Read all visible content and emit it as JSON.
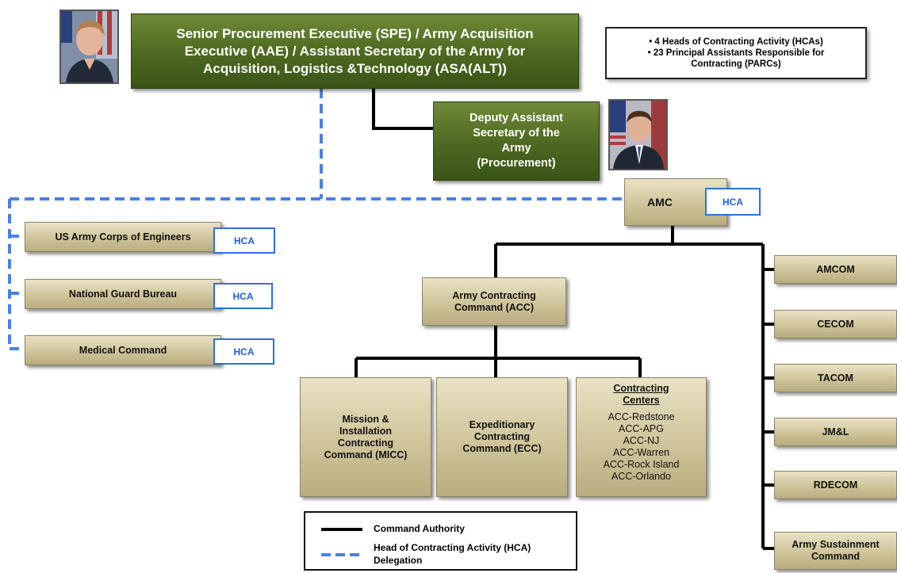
{
  "spe": {
    "lines": [
      "Senior Procurement Executive (SPE) / Army Acquisition",
      "Executive (AAE) / Assistant Secretary of the Army for",
      "Acquisition, Logistics &Technology (ASA(ALT))"
    ]
  },
  "notes": {
    "lines": [
      "• 4 Heads of Contracting Activity (HCAs)",
      "• 23 Principal Assistants Responsible for",
      "Contracting (PARCs)"
    ]
  },
  "dasa": {
    "lines": [
      "Deputy Assistant",
      "Secretary of the",
      "Army",
      "(Procurement)"
    ]
  },
  "amc": {
    "label": "AMC"
  },
  "hca_label": "HCA",
  "hca_orgs": [
    {
      "label": "US Army Corps of Engineers"
    },
    {
      "label": "National Guard Bureau"
    },
    {
      "label": "Medical Command"
    }
  ],
  "acc": {
    "lines": [
      "Army Contracting",
      "Command (ACC)"
    ]
  },
  "micc": {
    "lines": [
      "Mission &",
      "Installation",
      "Contracting",
      "Command (MICC)"
    ]
  },
  "ecc": {
    "lines": [
      "Expeditionary",
      "Contracting",
      "Command (ECC)"
    ]
  },
  "centers": {
    "title_lines": [
      "Contracting",
      "Centers"
    ],
    "items": [
      "ACC-Redstone",
      "ACC-APG",
      "ACC-NJ",
      "ACC-Warren",
      "ACC-Rock Island",
      "ACC-Orlando"
    ]
  },
  "amc_subs": [
    {
      "lines": [
        "AMCOM"
      ]
    },
    {
      "lines": [
        "CECOM"
      ]
    },
    {
      "lines": [
        "TACOM"
      ]
    },
    {
      "lines": [
        "JM&L"
      ]
    },
    {
      "lines": [
        "RDECOM"
      ]
    },
    {
      "lines": [
        "Army Sustainment",
        "Command"
      ]
    }
  ],
  "legend": {
    "command": "Command Authority",
    "hca_lines": [
      "Head of Contracting Activity (HCA)",
      "Delegation"
    ]
  },
  "colors": {
    "green_box": "#4f6b22",
    "tan_box": "#cfc49a",
    "hca_blue": "#2f6fe0",
    "command_line": "#000000",
    "delegation_line": "#4a7fe6"
  }
}
